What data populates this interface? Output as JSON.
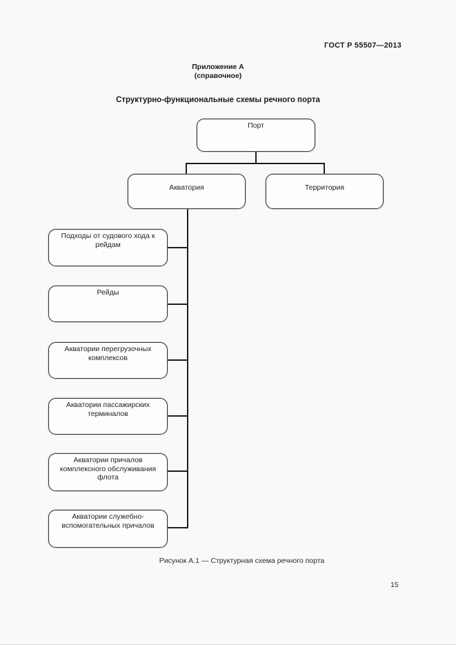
{
  "header": {
    "doc_number": "ГОСТ Р 55507—2013",
    "appendix_label": "Приложение А",
    "appendix_note": "(справочное)",
    "section_title": "Структурно-функциональные схемы речного порта"
  },
  "diagram": {
    "root": {
      "label": "Порт"
    },
    "level2": [
      {
        "label": "Акватория"
      },
      {
        "label": "Территория"
      }
    ],
    "aquatory_children": [
      {
        "label": "Подходы от судового хода к рейдам"
      },
      {
        "label": "Рейды"
      },
      {
        "label": "Акватории перегрузочных комплексов"
      },
      {
        "label": "Акватории пассажирских терминалов"
      },
      {
        "label": "Акватории причалов комплексного обслуживания флота"
      },
      {
        "label": "Акватории служебно-вспомогательных причалов"
      }
    ]
  },
  "figure_caption": "Рисунок А.1 — Структурная схема речного порта",
  "page_number": "15",
  "colors": {
    "page_background": "#f9f9f9",
    "box_fill": "#fdfdfd",
    "box_border": "#343434",
    "connector": "#1c1c1c",
    "text": "#1d1d1d"
  }
}
